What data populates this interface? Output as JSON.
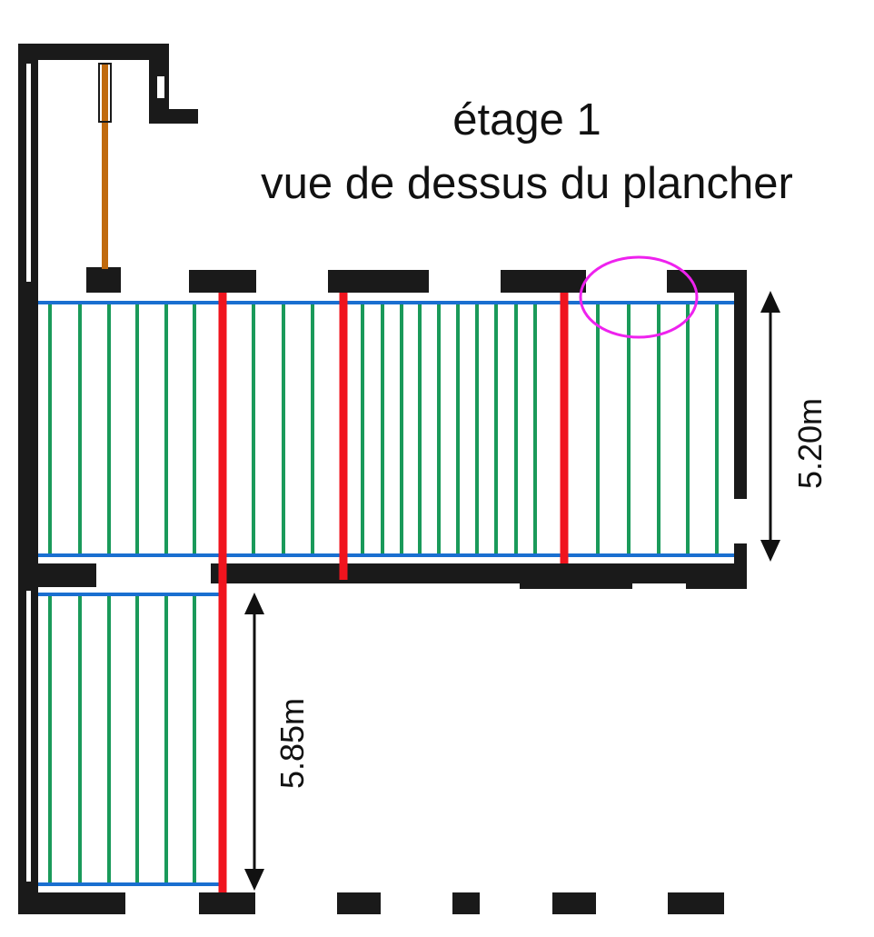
{
  "title": {
    "line1": "étage 1",
    "line2": "vue de dessus du plancher"
  },
  "dimensions": {
    "upper_span": "5.20m",
    "lower_span": "5.85m"
  },
  "colors": {
    "wall": "#1a1a1a",
    "joist": "#1a9a5a",
    "beam": "#f0141e",
    "plate": "#1a6fd0",
    "highlight": "#ee22ee",
    "post": "#c06a0e",
    "dimension": "#111111"
  }
}
